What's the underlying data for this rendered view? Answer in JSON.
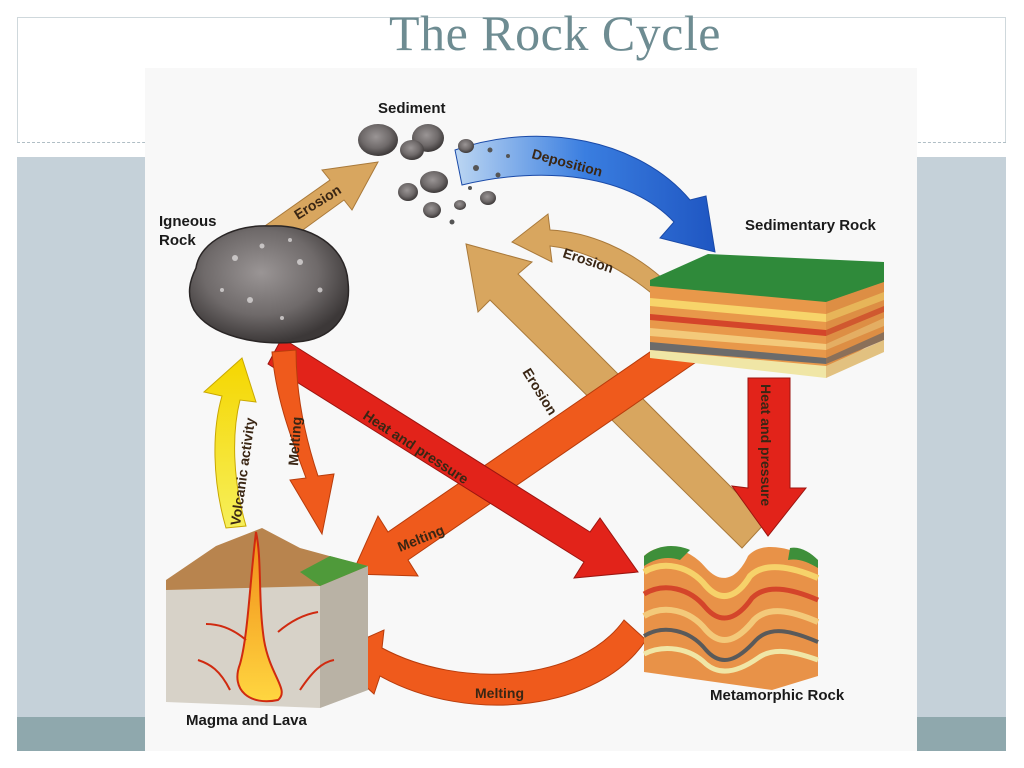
{
  "slide": {
    "title": "The Rock Cycle"
  },
  "diagram": {
    "nodes": {
      "sediment": "Sediment",
      "igneous_line1": "Igneous",
      "igneous_line2": "Rock",
      "sedimentary": "Sedimentary Rock",
      "magma": "Magma and Lava",
      "metamorphic": "Metamorphic Rock"
    },
    "processes": {
      "erosion_igneous": "Erosion",
      "deposition": "Deposition",
      "erosion_sedimentary": "Erosion",
      "erosion_metamorphic": "Erosion",
      "volcanic": "Volcanic activity",
      "melting_igneous": "Melting",
      "heat_pressure_igneous": "Heat and pressure",
      "melting_sedimentary": "Melting",
      "heat_pressure_sedimentary": "Heat and pressure",
      "melting_metamorphic": "Melting"
    },
    "colors": {
      "erosion": "#d4a35f",
      "deposition": "#2f6fd6",
      "heat": "#e2231a",
      "melting": "#ef5a1c",
      "volcanic": "#f6e21a"
    }
  }
}
